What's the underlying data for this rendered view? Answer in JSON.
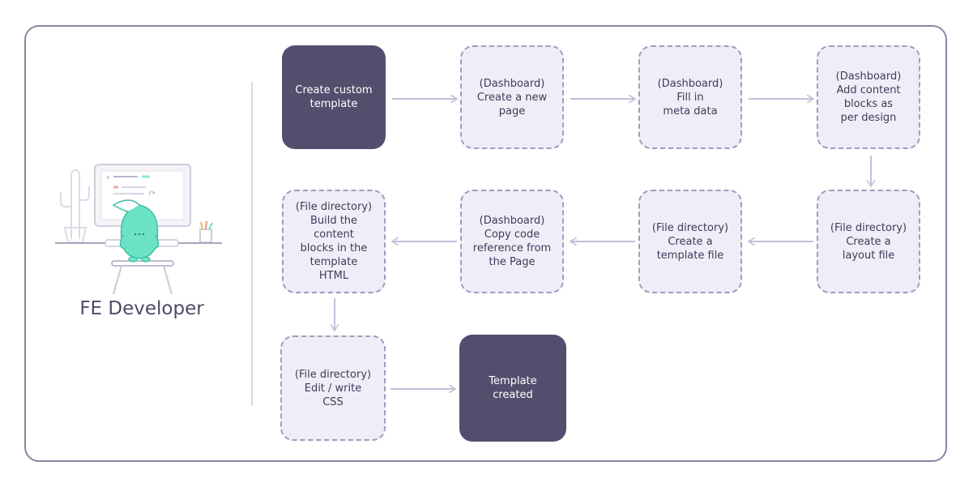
{
  "persona": {
    "label": "FE Developer",
    "icon": "developer-mascot-icon"
  },
  "colors": {
    "solid_box": "#524f6e",
    "dashed_box_fill": "#efeef8",
    "dashed_box_border": "#a19bbd",
    "arrow": "#c3bfdb",
    "frame": "#8a86a3",
    "mascot": "#6ce3c6"
  },
  "steps": [
    {
      "id": "create-custom-template",
      "style": "solid",
      "text": "Create custom\ntemplate"
    },
    {
      "id": "dashboard-create-page",
      "style": "dashed",
      "text": "(Dashboard)\nCreate a new\npage"
    },
    {
      "id": "dashboard-fill-meta",
      "style": "dashed",
      "text": "(Dashboard)\nFill in\nmeta data"
    },
    {
      "id": "dashboard-add-blocks",
      "style": "dashed",
      "text": "(Dashboard)\nAdd content\nblocks as\nper design"
    },
    {
      "id": "file-create-layout",
      "style": "dashed",
      "text": "(File directory)\nCreate a\nlayout file"
    },
    {
      "id": "file-create-template",
      "style": "dashed",
      "text": "(File directory)\nCreate a\ntemplate file"
    },
    {
      "id": "dashboard-copy-reference",
      "style": "dashed",
      "text": "(Dashboard)\nCopy code\nreference from\nthe Page"
    },
    {
      "id": "file-build-blocks",
      "style": "dashed",
      "text": "(File directory)\nBuild the content\nblocks in the\ntemplate\nHTML"
    },
    {
      "id": "file-edit-css",
      "style": "dashed",
      "text": "(File directory)\nEdit / write\nCSS"
    },
    {
      "id": "template-created",
      "style": "solid",
      "text": "Template\ncreated"
    }
  ]
}
